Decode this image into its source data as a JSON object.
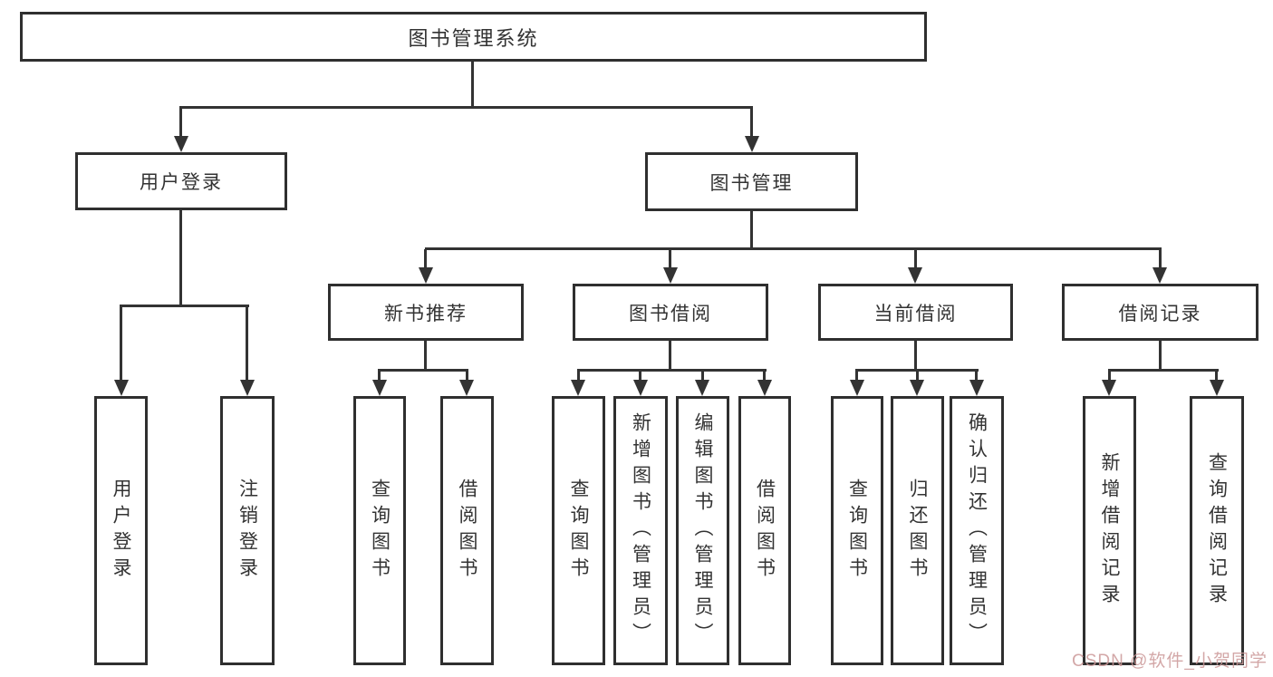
{
  "diagram": {
    "root": {
      "label": "图书管理系统"
    },
    "branches": [
      {
        "label": "用户登录",
        "children": [
          {
            "label": "用户登录"
          },
          {
            "label": "注销登录"
          }
        ]
      },
      {
        "label": "图书管理",
        "children": [
          {
            "label": "新书推荐",
            "children": [
              {
                "label": "查询图书"
              },
              {
                "label": "借阅图书"
              }
            ]
          },
          {
            "label": "图书借阅",
            "children": [
              {
                "label": "查询图书"
              },
              {
                "label": "新增图书（管理员）"
              },
              {
                "label": "编辑图书（管理员）"
              },
              {
                "label": "借阅图书"
              }
            ]
          },
          {
            "label": "当前借阅",
            "children": [
              {
                "label": "查询图书"
              },
              {
                "label": "归还图书"
              },
              {
                "label": "确认归还（管理员）"
              }
            ]
          },
          {
            "label": "借阅记录",
            "children": [
              {
                "label": "新增借阅记录"
              },
              {
                "label": "查询借阅记录"
              }
            ]
          }
        ]
      }
    ]
  },
  "colors": {
    "line": "#333333",
    "text": "#333333",
    "background": "#ffffff",
    "watermark": "#cb9898"
  },
  "watermark": {
    "text": "CSDN @软件_小贺同学"
  }
}
